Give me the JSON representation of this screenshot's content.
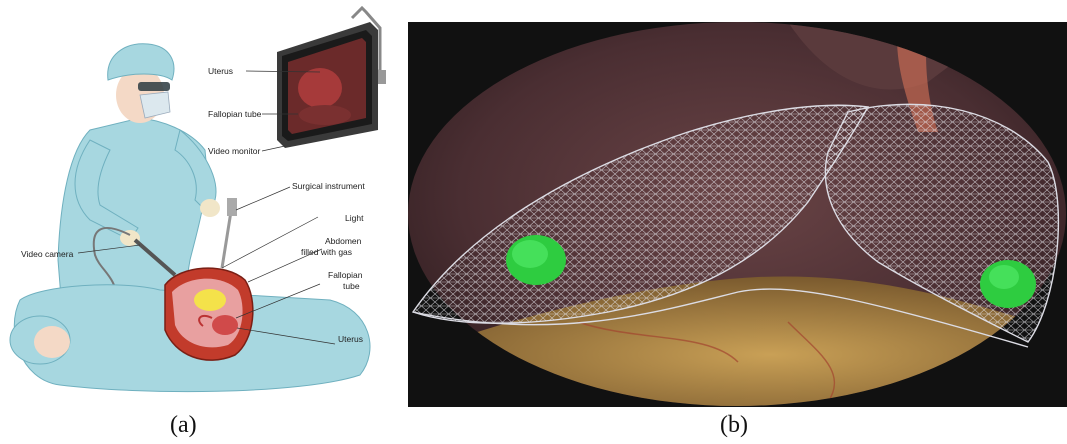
{
  "panel_a": {
    "labels": {
      "uterus_monitor": "Uterus",
      "fallopian_monitor": "Fallopian tube",
      "video_monitor": "Video monitor",
      "surgical_instrument": "Surgical instrument",
      "light": "Light",
      "abdomen_line1": "Abdomen",
      "abdomen_line2": "filled with gas",
      "fallopian_line1": "Fallopian",
      "fallopian_line2": "tube",
      "video_camera": "Video camera",
      "uterus_body": "Uterus"
    },
    "caption": "(a)"
  },
  "panel_b": {
    "caption": "(b)",
    "colors": {
      "mesh": "#e8e8ee",
      "marker": "#2ecc40",
      "tissue_dark": "#4a2e32",
      "tissue_fat": "#b8904a"
    }
  }
}
